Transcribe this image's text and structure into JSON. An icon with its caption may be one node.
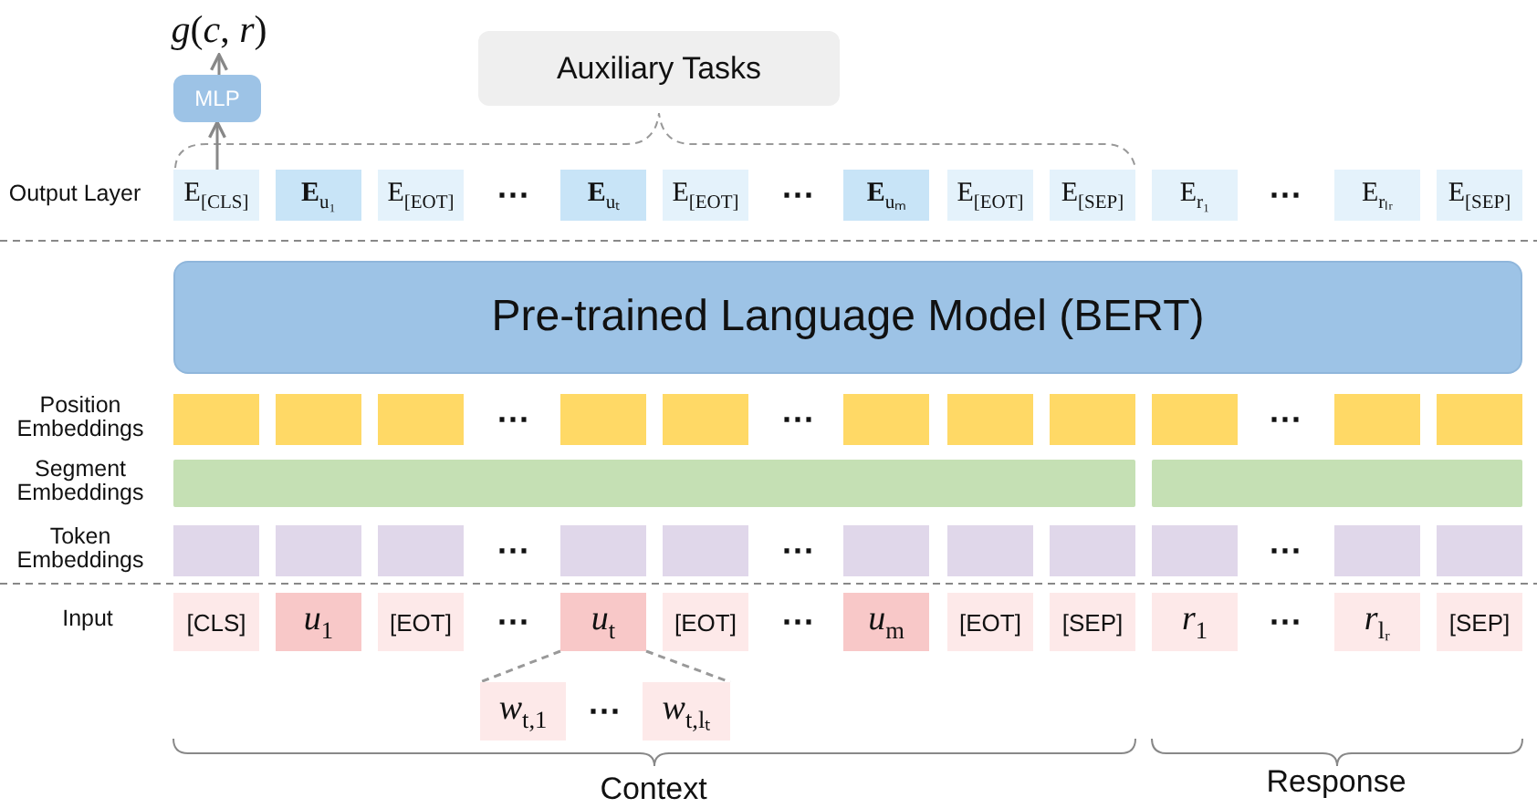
{
  "diagram": {
    "nodes": [
      {
        "text": [
          "*g*(*c*, *r*)"
        ]
      },
      {
        "text": [
          "MLP"
        ]
      },
      {
        "text": [
          "Auxiliary Tasks"
        ]
      },
      {
        "text": [
          "E$_{[CLS]}$"
        ]
      },
      {
        "text": [
          "**E**$_{u₁}$"
        ]
      },
      {
        "text": [
          "E$_{[EOT]}$"
        ]
      },
      {
        "text": [
          "**E**$_{uₜ}$"
        ]
      },
      {
        "text": [
          "E$_{[EOT]}$"
        ]
      },
      {
        "text": [
          "**E**$_{uₘ}$"
        ]
      },
      {
        "text": [
          "E$_{[EOT]}$"
        ]
      },
      {
        "text": [
          "E$_{[SEP]}$"
        ]
      },
      {
        "text": [
          "E$_{r₁}$"
        ]
      },
      {
        "text": [
          "E$_{rₗᵣ}$"
        ]
      },
      {
        "text": [
          "E$_{[SEP]}$"
        ]
      },
      {
        "text": [
          "Pre-trained Language Model (BERT)"
        ]
      },
      {
        "text": [],
        "shape": "box"
      },
      {
        "text": [],
        "shape": "box"
      },
      {
        "text": [],
        "shape": "box"
      },
      {
        "text": [],
        "shape": "box"
      },
      {
        "text": [],
        "shape": "box"
      },
      {
        "text": [],
        "shape": "box"
      },
      {
        "text": [],
        "shape": "box"
      },
      {
        "text": [],
        "shape": "box"
      },
      {
        "text": [],
        "shape": "box"
      },
      {
        "text": [],
        "shape": "box"
      },
      {
        "text": [],
        "shape": "box"
      },
      {
        "text": [],
        "shape": "bar"
      },
      {
        "text": [],
        "shape": "bar"
      },
      {
        "text": [],
        "shape": "box"
      },
      {
        "text": [],
        "shape": "box"
      },
      {
        "text": [],
        "shape": "box"
      },
      {
        "text": [],
        "shape": "box"
      },
      {
        "text": [],
        "shape": "box"
      },
      {
        "text": [],
        "shape": "box"
      },
      {
        "text": [],
        "shape": "box"
      },
      {
        "text": [],
        "shape": "box"
      },
      {
        "text": [],
        "shape": "box"
      },
      {
        "text": [],
        "shape": "box"
      },
      {
        "text": [],
        "shape": "box"
      },
      {
        "text": [
          "[CLS]"
        ]
      },
      {
        "text": [
          "*u*$_{1}$"
        ]
      },
      {
        "text": [
          "[EOT]"
        ]
      },
      {
        "text": [
          "*u*$_{t}$"
        ]
      },
      {
        "text": [
          "[EOT]"
        ]
      },
      {
        "text": [
          "*u*$_{m}$"
        ]
      },
      {
        "text": [
          "[EOT]"
        ]
      },
      {
        "text": [
          "[SEP]"
        ]
      },
      {
        "text": [
          "*r*$_{1}$"
        ]
      },
      {
        "text": [
          "*r*$_{lᵣ}$"
        ]
      },
      {
        "text": [
          "[SEP]"
        ]
      },
      {
        "text": [
          "*w*$_{t,1}$"
        ]
      },
      {
        "text": [
          "*w*$_{t,lₜ}$"
        ]
      }
    ],
    "edges": [
      {
        "from": 3,
        "to": 1,
        "arrow": "to"
      },
      {
        "from": 1,
        "to": 0,
        "arrow": "to"
      },
      {
        "from": 42,
        "to": 50,
        "arrow": "none",
        "style": "dashed"
      },
      {
        "from": 42,
        "to": 51,
        "arrow": "none",
        "style": "dashed"
      }
    ],
    "labels": [
      "Output Layer",
      "⋯",
      "⋯",
      "⋯",
      "Position Embeddings",
      "⋯",
      "⋯",
      "⋯",
      "Segment Embeddings",
      "Token Embeddings",
      "⋯",
      "⋯",
      "⋯",
      "Input",
      "⋯",
      "⋯",
      "⋯",
      "⋯",
      "Context",
      "Response"
    ]
  }
}
